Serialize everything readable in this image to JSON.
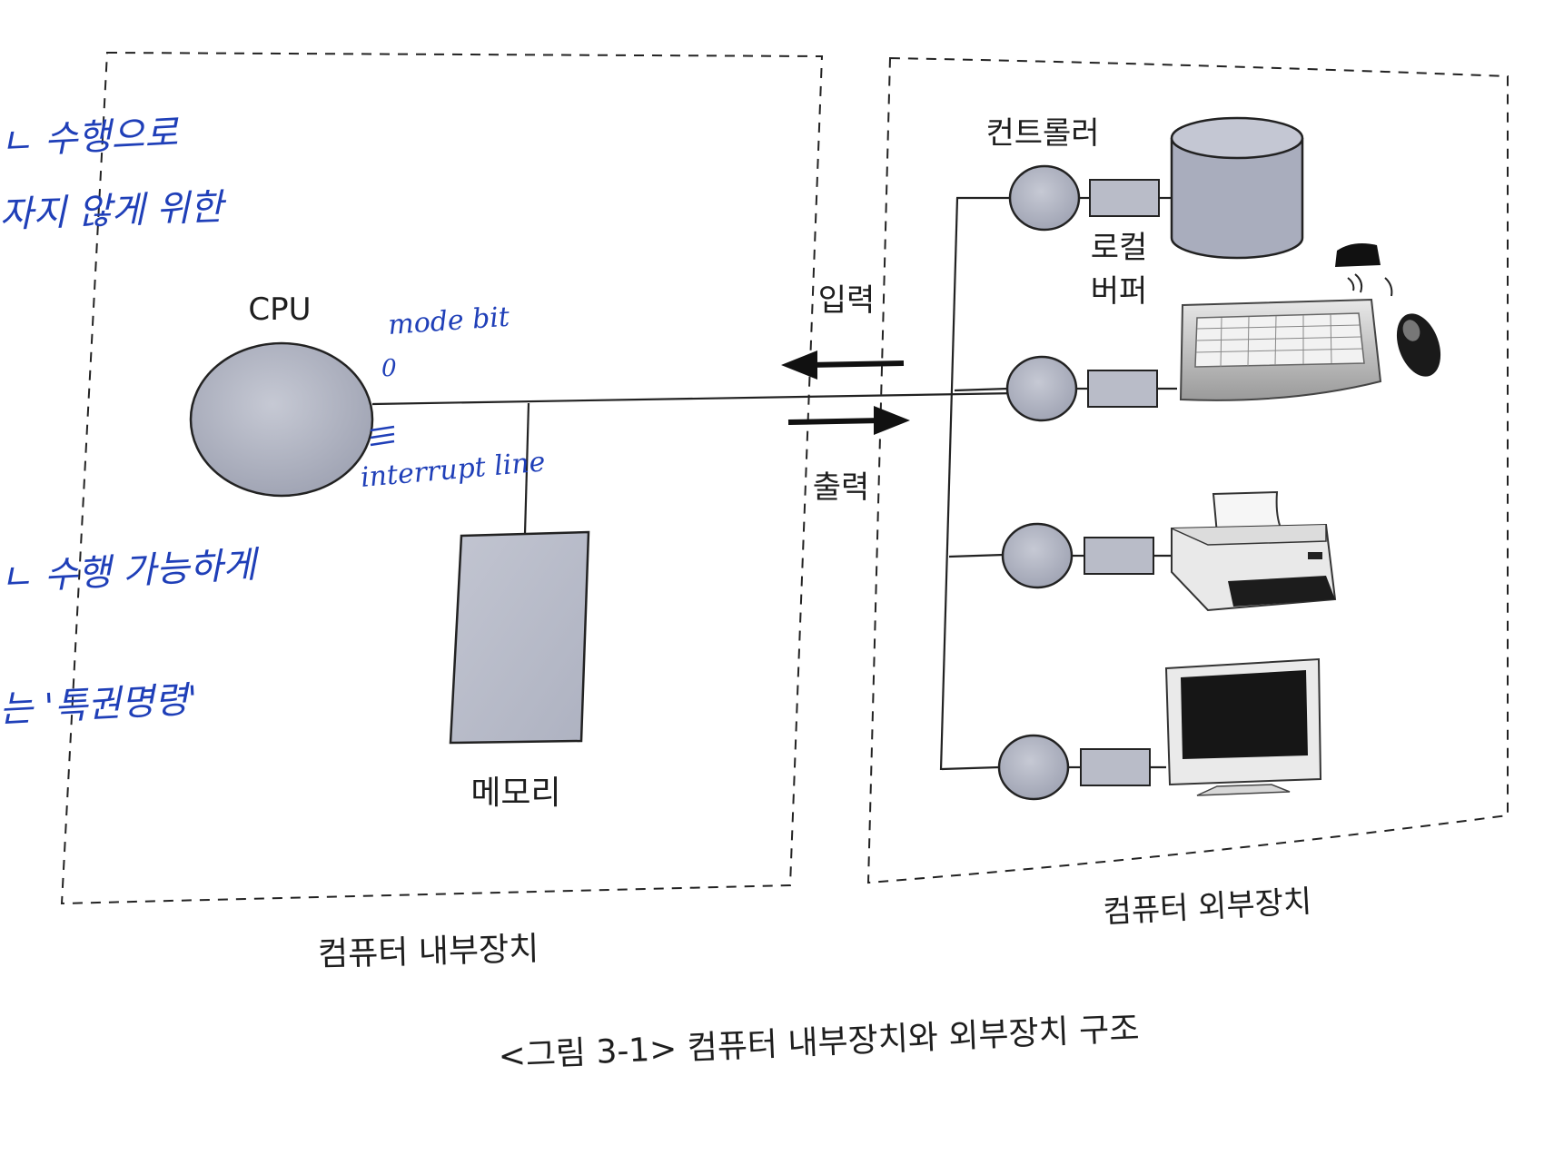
{
  "diagram": {
    "internal": {
      "cpu_label": "CPU",
      "memory_label": "메모리",
      "section_label": "컴퓨터 내부장치"
    },
    "io": {
      "input_label": "입력",
      "output_label": "출력"
    },
    "external": {
      "controller_label": "컨트롤러",
      "local_buffer_line1": "로컬",
      "local_buffer_line2": "버퍼",
      "section_label": "컴퓨터 외부장치",
      "devices": [
        "disk-icon",
        "keyboard-mouse-icon",
        "printer-icon",
        "monitor-icon"
      ]
    },
    "caption": "<그림 3-1> 컴퓨터 내부장치와 외부장치 구조"
  },
  "annotations": {
    "mode_bit": "mode bit",
    "mode_bit_value": "0",
    "interrupt_line": "interrupt line",
    "margin_notes": [
      "ㄴ 수행으로",
      "자지 않게 위한",
      "ㄴ 수행 가능하게",
      "는 '특권명령'"
    ]
  },
  "colors": {
    "component_fill": "#b8bcc9",
    "annotation_ink": "#1f3fb8",
    "line": "#222222"
  }
}
